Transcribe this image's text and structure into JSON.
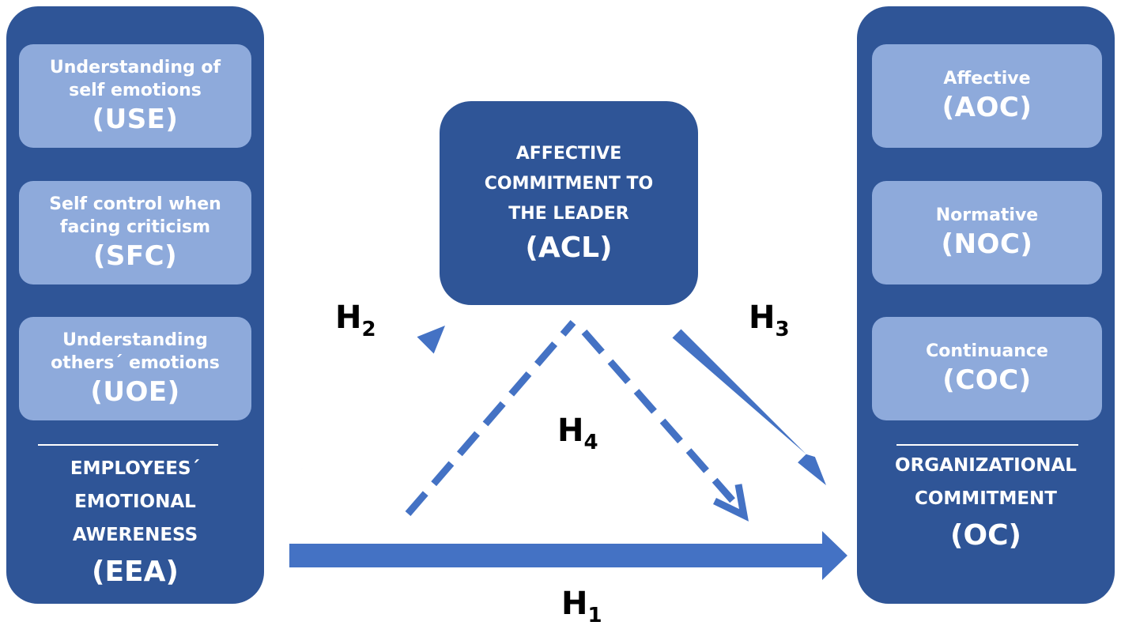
{
  "colors": {
    "panel": "#2f5597",
    "subbox": "#8eaadb",
    "arrow": "#4472c4"
  },
  "left": {
    "boxes": [
      {
        "text": "Understanding of\nself emotions",
        "abbr": "(USE)"
      },
      {
        "text": "Self control when\nfacing criticism",
        "abbr": "(SFC)"
      },
      {
        "text": "Understanding\nothers´ emotions",
        "abbr": "(UOE)"
      }
    ],
    "title": "EMPLOYEES´\nEMOTIONAL\nAWERENESS",
    "abbr": "(EEA)"
  },
  "center": {
    "title": "AFFECTIVE\nCOMMITMENT TO\nTHE LEADER",
    "abbr": "(ACL)"
  },
  "right": {
    "boxes": [
      {
        "text": "Affective",
        "abbr": "(AOC)"
      },
      {
        "text": "Normative",
        "abbr": "(NOC)"
      },
      {
        "text": "Continuance",
        "abbr": "(COC)"
      }
    ],
    "title": "ORGANIZATIONAL\nCOMMITMENT",
    "abbr": "(OC)"
  },
  "hypotheses": {
    "h1": {
      "letter": "H",
      "index": "1"
    },
    "h2": {
      "letter": "H",
      "index": "2"
    },
    "h3": {
      "letter": "H",
      "index": "3"
    },
    "h4": {
      "letter": "H",
      "index": "4"
    }
  }
}
